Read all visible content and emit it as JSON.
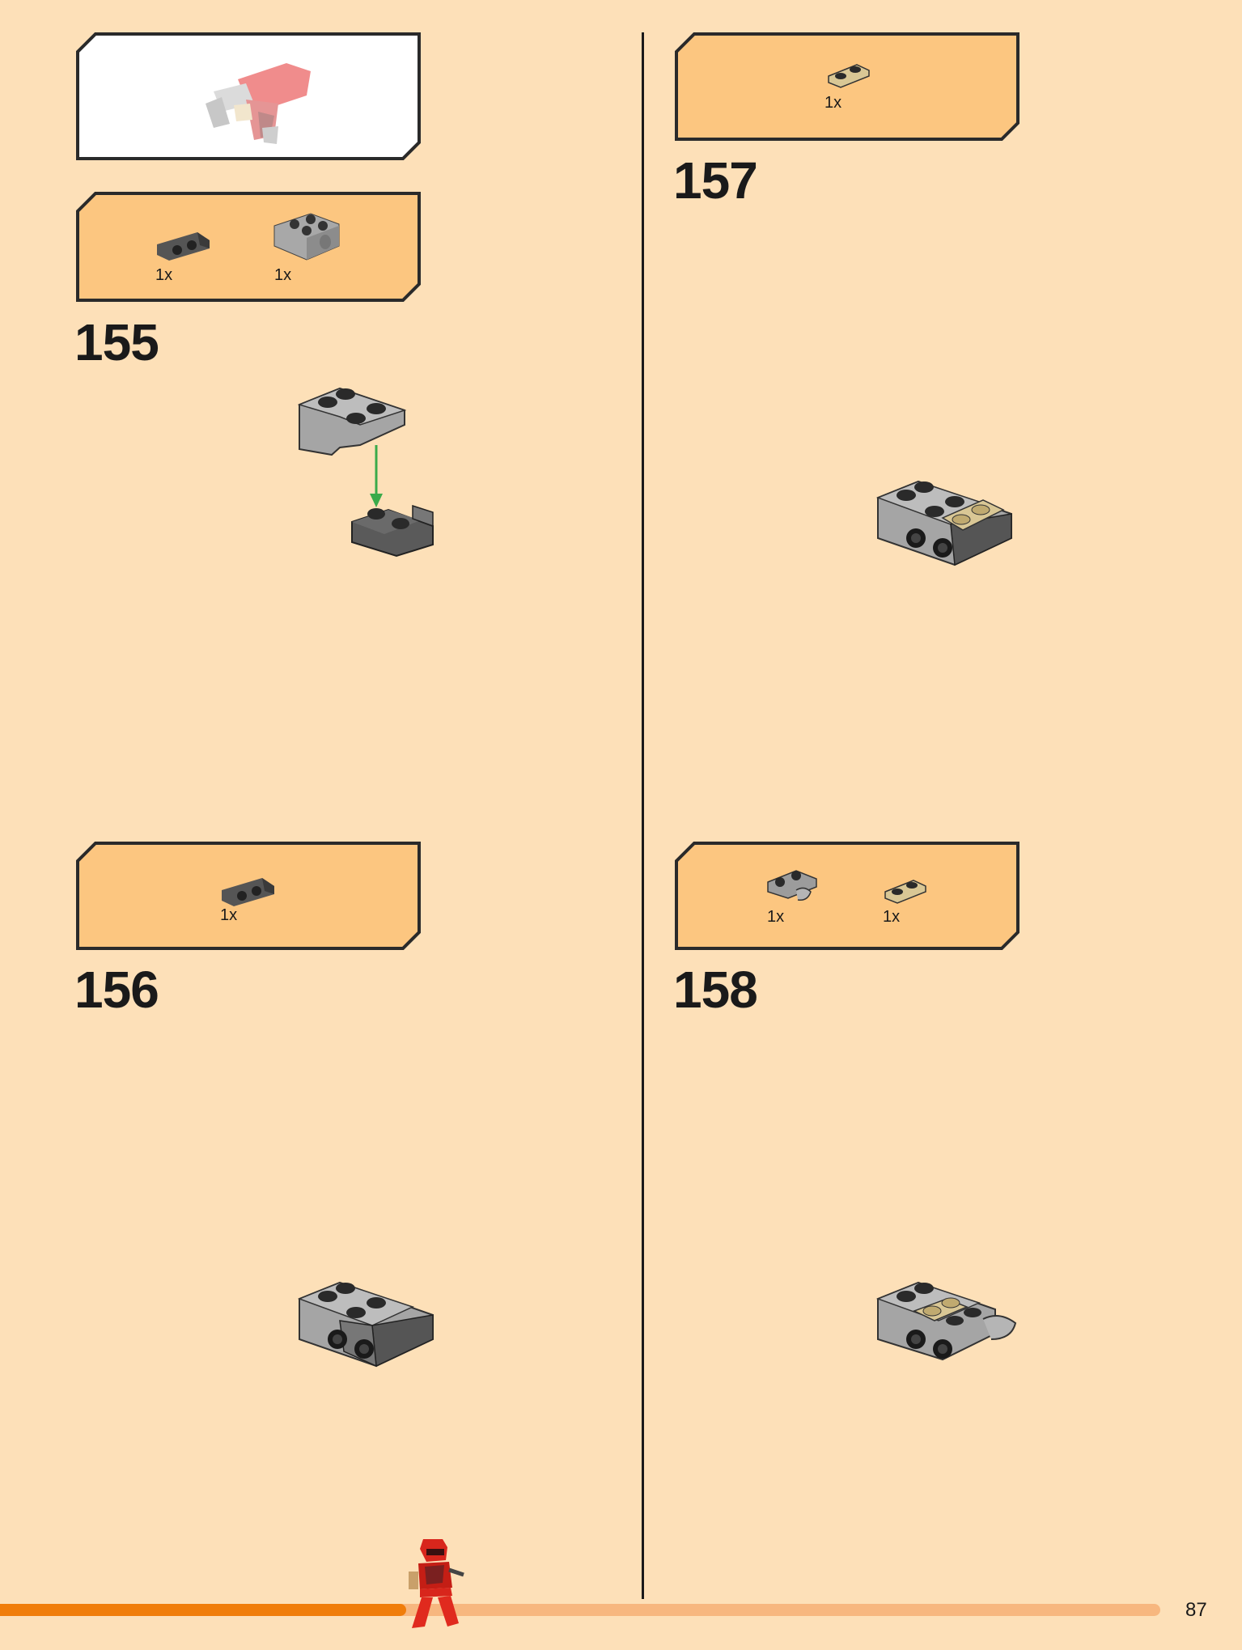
{
  "steps": [
    {
      "number": "155",
      "parts": [
        {
          "qty": "1x",
          "part": "dark-gray-bracket-plate"
        },
        {
          "qty": "1x",
          "part": "light-gray-brick-with-hole"
        }
      ]
    },
    {
      "number": "156",
      "parts": [
        {
          "qty": "1x",
          "part": "dark-gray-bracket-plate"
        }
      ]
    },
    {
      "number": "157",
      "parts": [
        {
          "qty": "1x",
          "part": "tan-plate-1x2-rounded"
        }
      ]
    },
    {
      "number": "158",
      "parts": [
        {
          "qty": "1x",
          "part": "light-gray-plate-with-clip"
        },
        {
          "qty": "1x",
          "part": "tan-plate-1x2-rounded"
        }
      ]
    }
  ],
  "footer": {
    "page_number": "87",
    "progress_percent": 35
  },
  "colors": {
    "background": "#fde0b8",
    "callout_fill": "#fcc680",
    "progress_fill": "#f07d0a",
    "progress_track": "#f7b77f",
    "arrow": "#3aaa4a"
  }
}
